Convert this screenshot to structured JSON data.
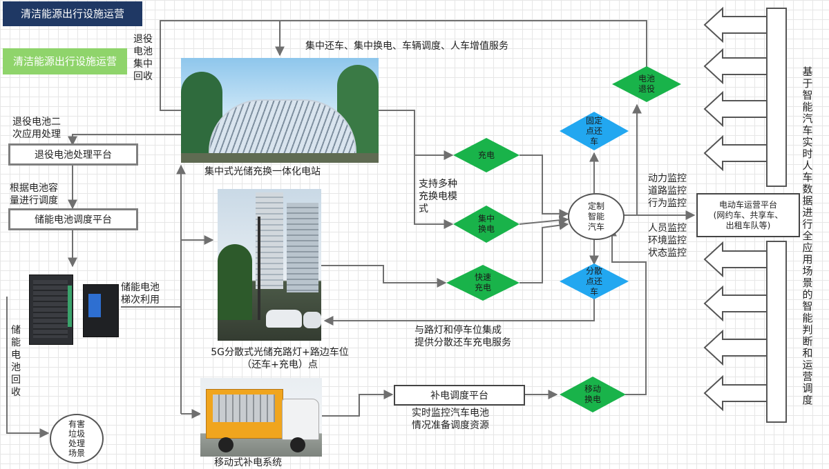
{
  "titles": {
    "header": "清洁能源出行设施运营",
    "subheader": "清洁能源出行设施运营"
  },
  "left": {
    "retire_collect": "退役\n电池\n集中\n回收",
    "second_use": "退役电池二\n次应用处理",
    "retire_platform": "退役电池处理平台",
    "capacity_dispatch": "根据电池容\n量进行调度",
    "storage_platform": "储能电池调度平台",
    "cascade_use": "储能电池\n梯次利用",
    "storage_recycle": "储\n能\n电\n池\n回\n收",
    "hazard": "有害\n垃圾\n处理\n场景"
  },
  "center": {
    "top_services": "集中还车、集中换电、车辆调度、人车增值服务",
    "central_station": "集中式光储充换一体化电站",
    "multi_mode": "支持多种\n充换电模\n式",
    "streetlight_caption": "5G分散式光储充路灯+路边车位\n（还车+充电）点",
    "streetlight_service": "与路灯和停车位集成\n提供分散还车充电服务",
    "mobile_system": "移动式补电系统",
    "recharge_platform": "补电调度平台",
    "recharge_note": "实时监控汽车电池\n情况准备调度资源"
  },
  "diamonds": {
    "charge": "充电",
    "swap": "集中\n换电",
    "fast": "快速\n充电",
    "mobile_swap": "移动\n换电",
    "fixed_return": "固定\n点还\n车",
    "retire_battery": "电池\n退役",
    "scatter_return": "分散\n点还\n车"
  },
  "right": {
    "custom_car": "定制\n智能\n汽车",
    "monitor_top": "动力监控\n道路监控\n行为监控",
    "monitor_bottom": "人员监控\n环境监控\n状态监控",
    "ops_platform": "电动车运营平台\n(网约车、共享车、\n出租车队等)",
    "right_vertical": "基于智能汽车实时人车数据进行全应用场景的智能判断和运营调度"
  },
  "colors": {
    "dark_title": "#1f3864",
    "green_title": "#8fd46b",
    "diamond_green": "#19b34a",
    "diamond_blue": "#22a7f0",
    "line_gray": "#6f6f6f"
  }
}
